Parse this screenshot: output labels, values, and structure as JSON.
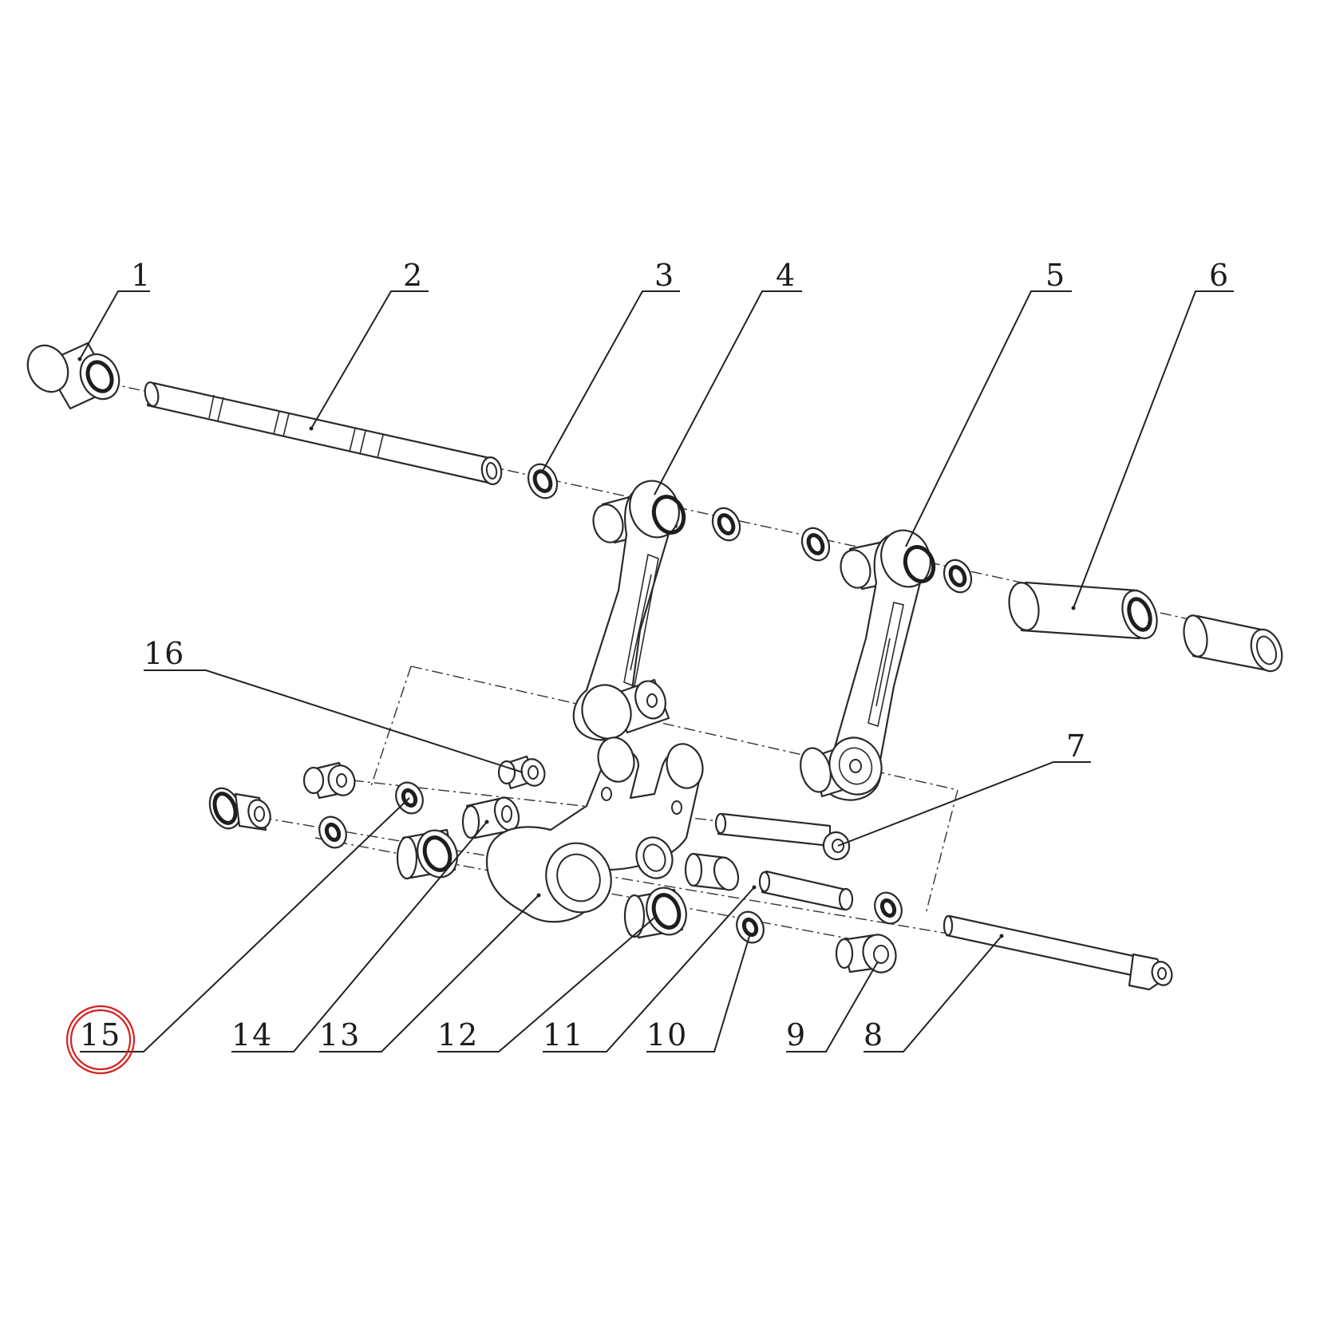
{
  "diagram": {
    "callouts": [
      {
        "number": "1"
      },
      {
        "number": "2"
      },
      {
        "number": "3"
      },
      {
        "number": "4"
      },
      {
        "number": "5"
      },
      {
        "number": "6"
      },
      {
        "number": "7"
      },
      {
        "number": "8"
      },
      {
        "number": "9"
      },
      {
        "number": "10"
      },
      {
        "number": "11"
      },
      {
        "number": "12"
      },
      {
        "number": "13"
      },
      {
        "number": "14"
      },
      {
        "number": "15"
      },
      {
        "number": "16"
      }
    ],
    "highlighted_callout": "15",
    "colors": {
      "line": "#2a2a2a",
      "highlight": "#d61f1f",
      "background": "#ffffff"
    }
  }
}
